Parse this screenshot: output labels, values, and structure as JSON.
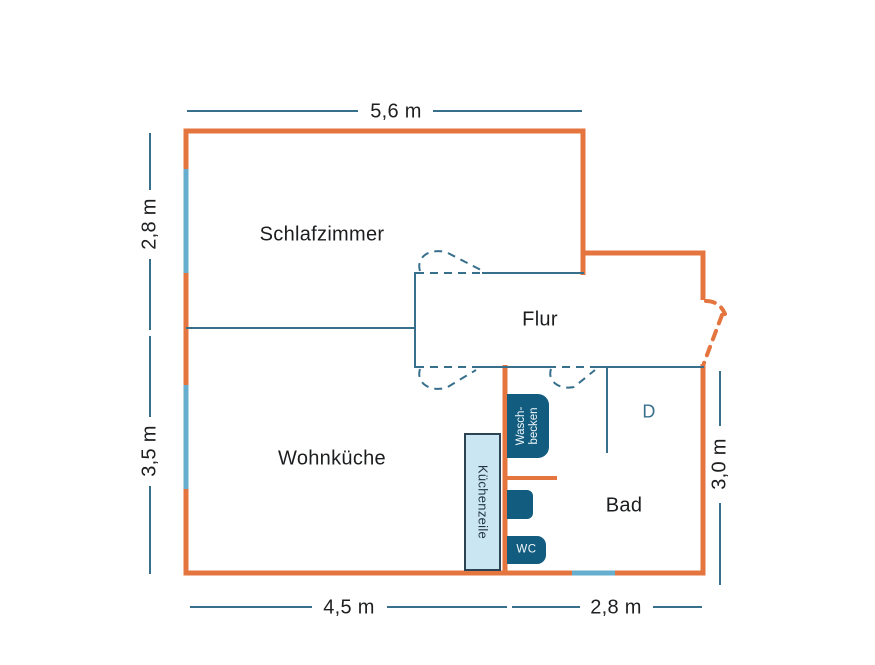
{
  "floorplan": {
    "rooms": [
      {
        "id": "schlafzimmer",
        "label": "Schlafzimmer"
      },
      {
        "id": "flur",
        "label": "Flur"
      },
      {
        "id": "wohnkueche",
        "label": "Wohnküche"
      },
      {
        "id": "bad",
        "label": "Bad"
      },
      {
        "id": "dusche",
        "label": "D"
      }
    ],
    "fixtures": {
      "kuechenzeile": "Küchenzeile",
      "waschbecken_line1": "Wasch-",
      "waschbecken_line2": "becken",
      "wc": "WC"
    },
    "dimensions": {
      "top": "5,6 m",
      "left_upper": "2,8 m",
      "left_lower": "3,5 m",
      "bottom_left": "4,5 m",
      "bottom_right": "2,8 m",
      "right": "3,0 m"
    },
    "colors": {
      "exterior_wall": "#e5753f",
      "partition_line": "#38708c",
      "window": "#66aece",
      "fixture_fill": "#125c7f",
      "kitchen_fill": "#cbe6f3",
      "label_text": "#1d1f21"
    }
  }
}
